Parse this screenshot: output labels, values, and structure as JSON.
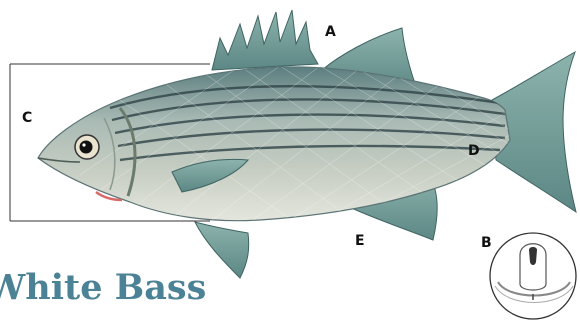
{
  "title": "White Bass",
  "labels": {
    "a": "A",
    "b": "B",
    "c": "C",
    "d": "D",
    "e": "E"
  },
  "icons": {
    "fish": "white-bass-fish-illustration",
    "inset": "tongue-tooth-patch-inset"
  },
  "colors": {
    "title": "#4c8295",
    "back": "#5c7e80",
    "flank": "#b4c2bb",
    "belly": "#dcdfd6",
    "stripe": "#2f4347",
    "fin": "#6d9a98",
    "ink": "#111111"
  }
}
